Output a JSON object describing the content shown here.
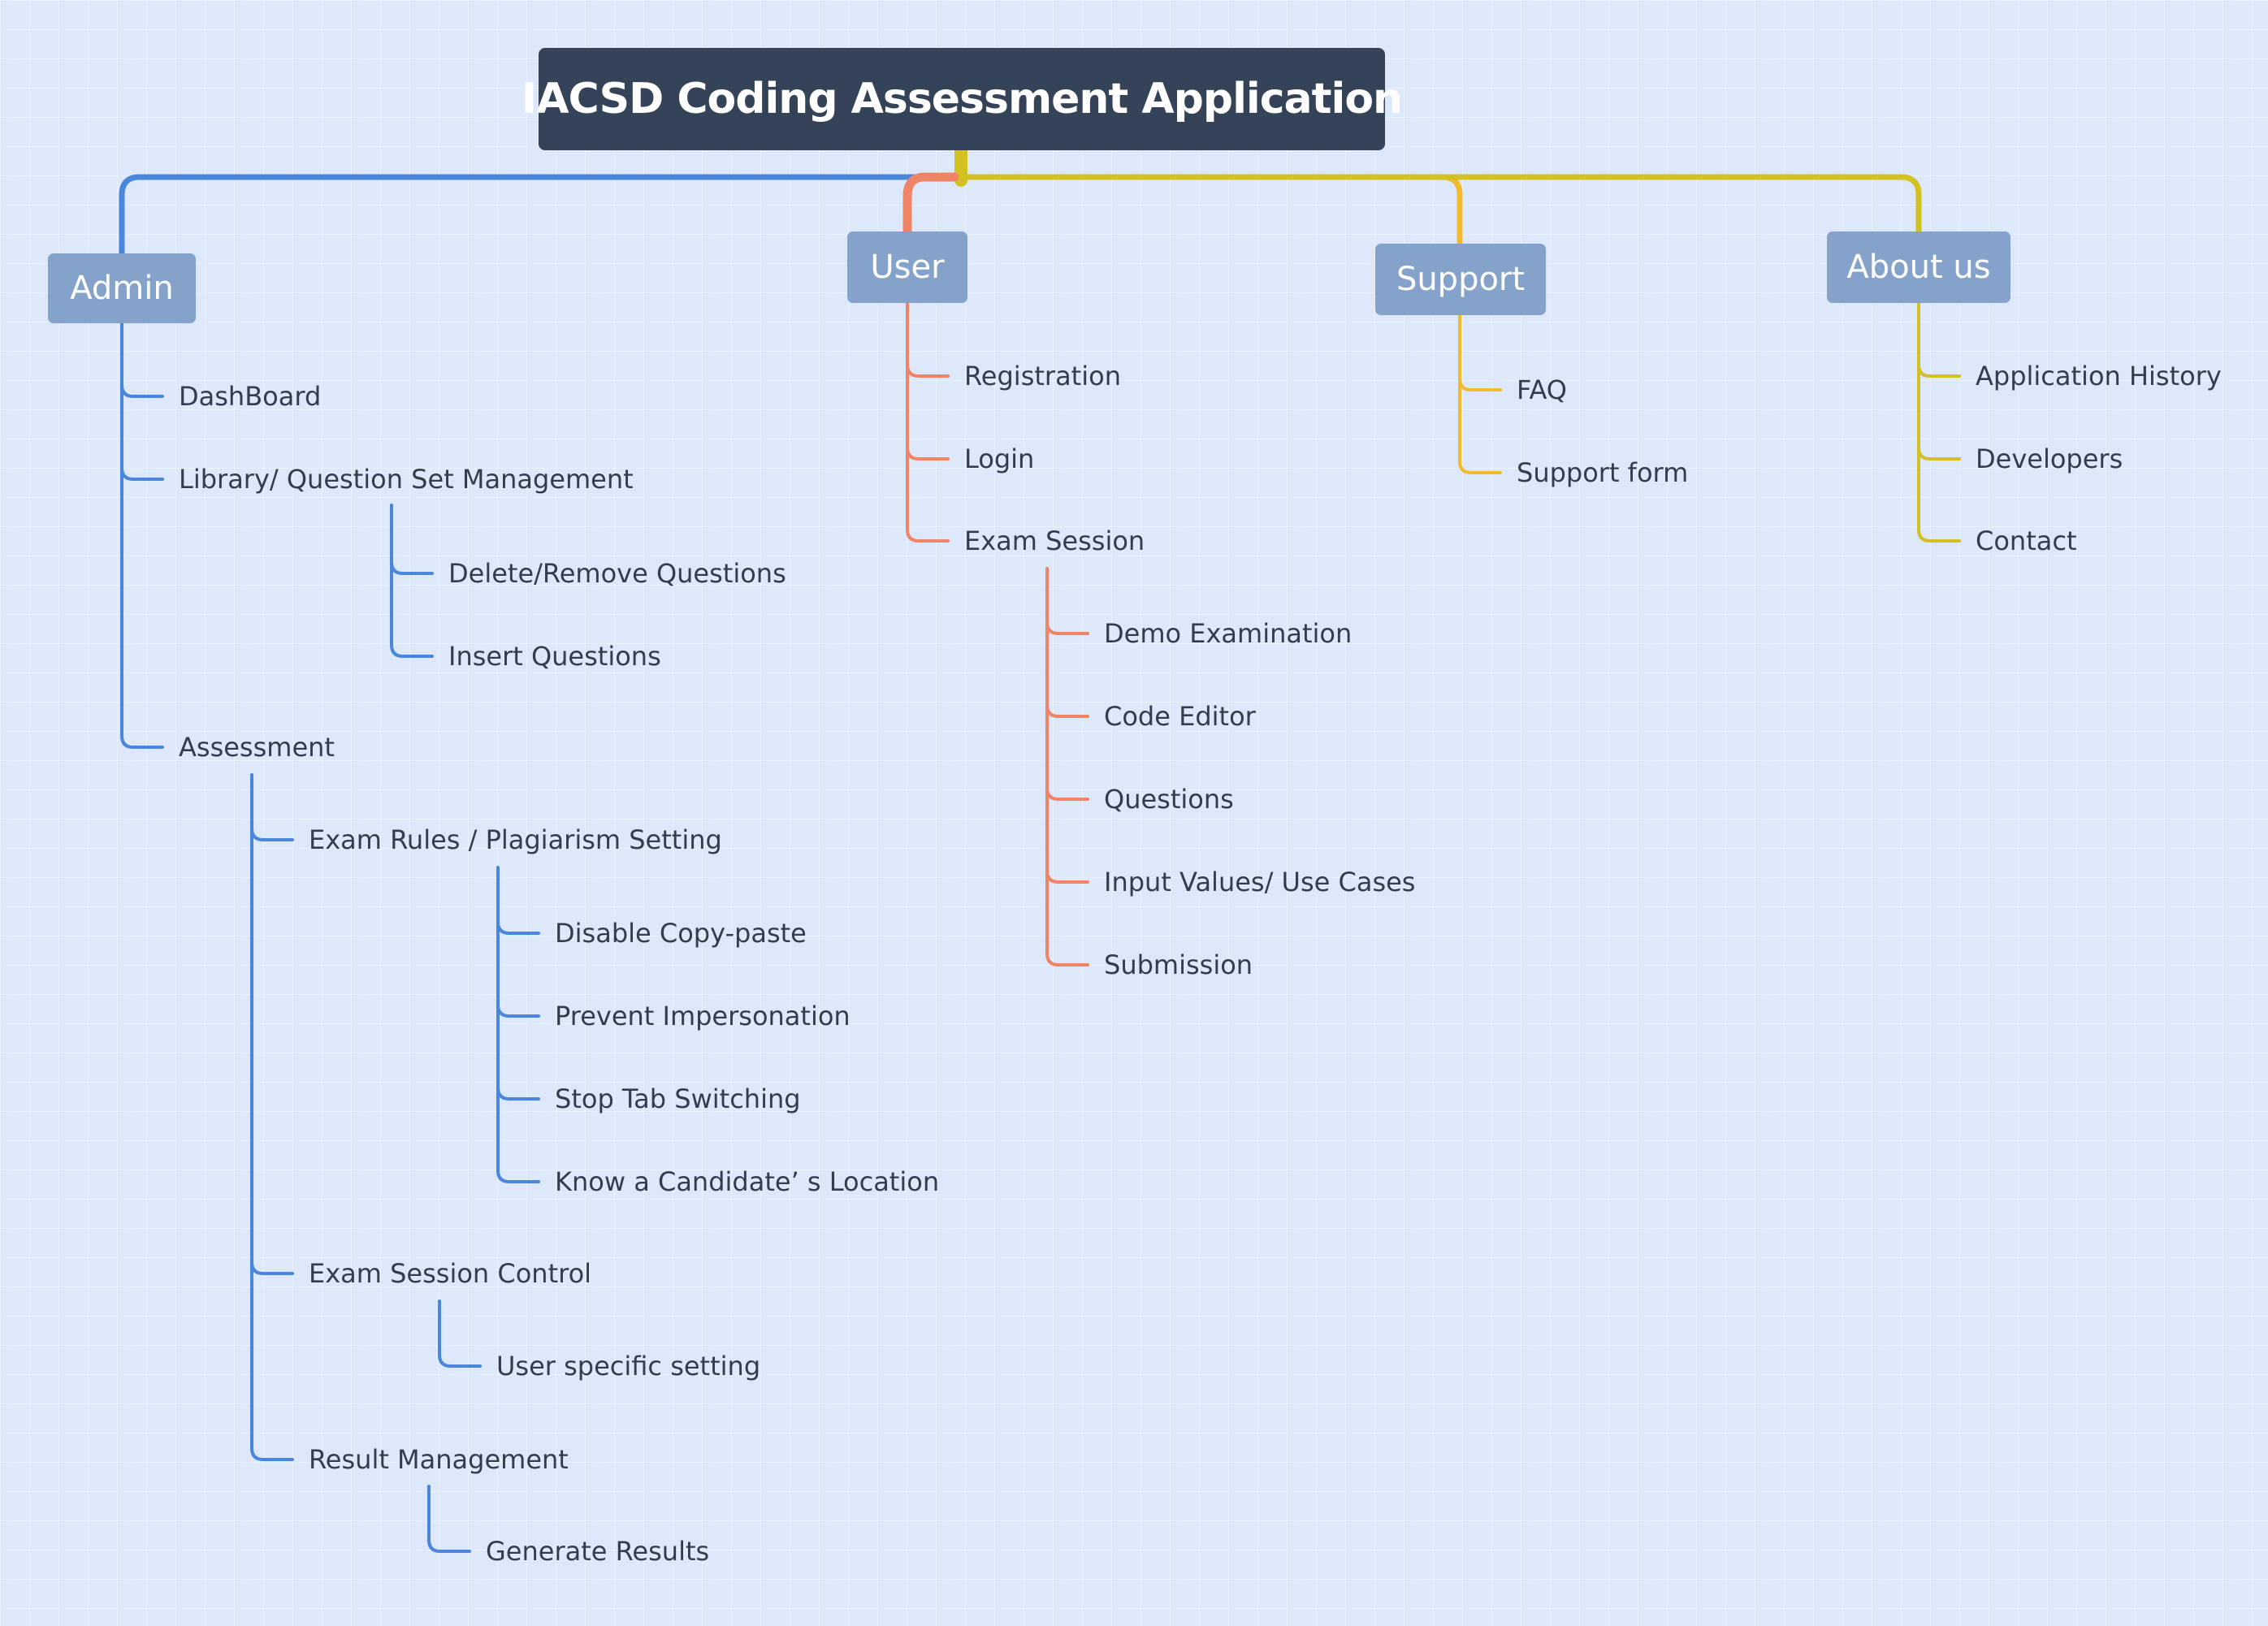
{
  "root": {
    "title": "IACSD Coding Assessment Application"
  },
  "colors": {
    "background": "#dde9fb",
    "root_box": "#354359",
    "branch_box": "#85a3ca",
    "admin_line": "#4a86dc",
    "user_line": "#f08466",
    "support_line": "#f2bb2c",
    "about_line": "#d3c021",
    "trunk_line": "#d3c021",
    "text": "#333d4d"
  },
  "admin": {
    "label": "Admin",
    "items": {
      "dashboard": "DashBoard",
      "library": "Library/ Question Set Management",
      "delete_questions": "Delete/Remove Questions",
      "insert_questions": "Insert Questions",
      "assessment": "Assessment",
      "exam_rules": "Exam Rules / Plagiarism Setting",
      "disable_copy_paste": "Disable Copy-paste",
      "prevent_impersonation": "Prevent Impersonation",
      "stop_tab_switching": "Stop Tab Switching",
      "know_location": "Know a Candidate’ s Location",
      "exam_session_control": "Exam Session Control",
      "user_specific_setting": "User specific setting",
      "result_management": "Result Management",
      "generate_results": "Generate Results"
    }
  },
  "user": {
    "label": "User",
    "items": {
      "registration": "Registration",
      "login": "Login",
      "exam_session": "Exam Session",
      "demo_examination": "Demo Examination",
      "code_editor": "Code Editor",
      "questions": "Questions",
      "input_values": "Input Values/ Use Cases",
      "submission": "Submission"
    }
  },
  "support": {
    "label": "Support",
    "items": {
      "faq": "FAQ",
      "support_form": "Support form"
    }
  },
  "about": {
    "label": "About us",
    "items": {
      "application_history": "Application History",
      "developers": "Developers",
      "contact": "Contact"
    }
  }
}
